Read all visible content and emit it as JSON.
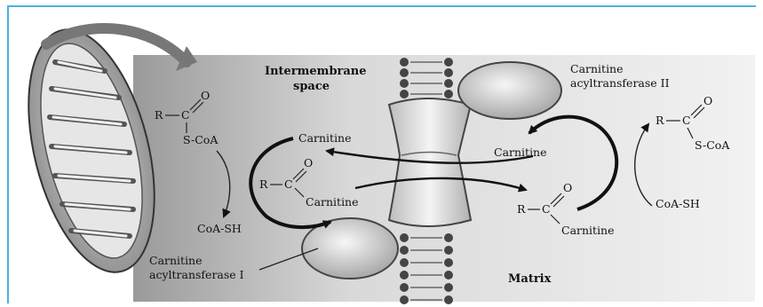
{
  "regions": {
    "intermembrane_line1": "Intermembrane",
    "intermembrane_line2": "space",
    "matrix": "Matrix"
  },
  "enzymes": {
    "cat1_line1": "Carnitine",
    "cat1_line2": "acyltransferase I",
    "cat2_line1": "Carnitine",
    "cat2_line2": "acyltransferase II"
  },
  "left_side": {
    "acyl_R": "R",
    "acyl_C": "C",
    "acyl_O": "O",
    "acyl_SCoA": "S-CoA",
    "carnitine": "Carnitine",
    "acylcarnitine_R": "R",
    "acylcarnitine_C": "C",
    "acylcarnitine_O": "O",
    "acylcarnitine_label": "Carnitine",
    "coash": "CoA-SH"
  },
  "right_side": {
    "carnitine": "Carnitine",
    "acylcarnitine_R": "R",
    "acylcarnitine_C": "C",
    "acylcarnitine_O": "O",
    "acylcarnitine_label": "Carnitine",
    "acyl_R": "R",
    "acyl_C": "C",
    "acyl_O": "O",
    "acyl_SCoA": "S-CoA",
    "coash": "CoA-SH"
  }
}
